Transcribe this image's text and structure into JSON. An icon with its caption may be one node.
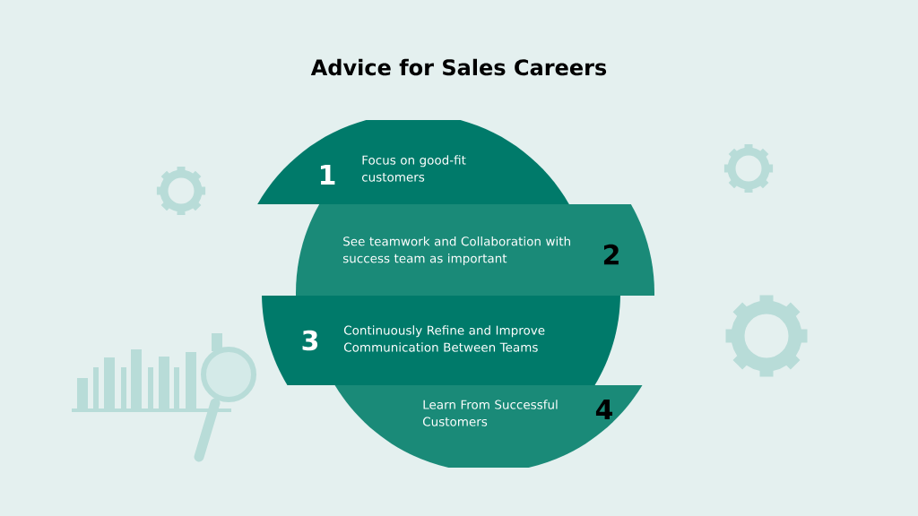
{
  "diagram": {
    "title": "Advice for Sales Careers",
    "nodes": [
      {
        "text": [
          "1",
          "Focus on good-fit customers"
        ]
      },
      {
        "text": [
          "See teamwork and Collaboration with success team as important",
          "2"
        ]
      },
      {
        "text": [
          "3",
          "Continuously Refine and Improve Communication Between Teams"
        ]
      },
      {
        "text": [
          "Learn From Successful Customers",
          "4"
        ]
      }
    ],
    "edges": []
  }
}
